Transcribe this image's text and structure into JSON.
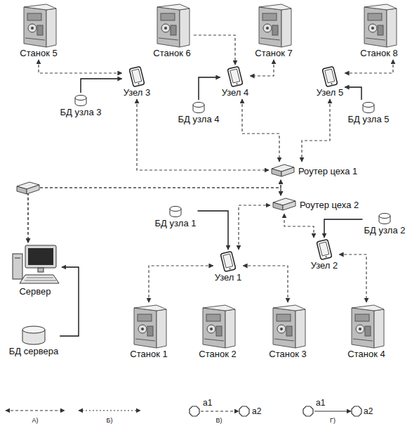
{
  "diagram": {
    "nodes": [
      {
        "text": [
          "Станок 5"
        ]
      },
      {
        "text": [
          "Станок 6"
        ]
      },
      {
        "text": [
          "Станок 7"
        ]
      },
      {
        "text": [
          "Станок 8"
        ]
      },
      {
        "text": [
          "Узел 3"
        ]
      },
      {
        "text": [
          "Узел 4"
        ]
      },
      {
        "text": [
          "Узел 5"
        ]
      },
      {
        "text": [
          "БД узла 3"
        ]
      },
      {
        "text": [
          "БД узла 4"
        ]
      },
      {
        "text": [
          "БД узла 5"
        ]
      },
      {
        "text": [
          "Роутер цеха 1"
        ]
      },
      {
        "text": [
          "Сервер"
        ]
      },
      {
        "text": [
          "Роутер цеха 2"
        ]
      },
      {
        "text": [
          "БД узла 1"
        ]
      },
      {
        "text": [
          "БД узла 2"
        ]
      },
      {
        "text": [
          "Узел 1"
        ]
      },
      {
        "text": [
          "Узел 2"
        ]
      },
      {
        "text": [
          "БД сервера"
        ]
      },
      {
        "text": [
          "Станок 1"
        ]
      },
      {
        "text": [
          "Станок 2"
        ]
      },
      {
        "text": [
          "Станок 3"
        ]
      },
      {
        "text": [
          "Станок 4"
        ]
      }
    ],
    "edges": [
      {
        "from": 0,
        "to": 4,
        "arrow": "both"
      },
      {
        "from": 7,
        "to": 4,
        "arrow": "to"
      },
      {
        "from": 1,
        "to": 5,
        "arrow": "to"
      },
      {
        "from": 2,
        "to": 5,
        "arrow": "both"
      },
      {
        "from": 8,
        "to": 5,
        "arrow": "to"
      },
      {
        "from": 3,
        "to": 6,
        "arrow": "both"
      },
      {
        "from": 9,
        "to": 6,
        "arrow": "to"
      },
      {
        "from": 4,
        "to": 10,
        "arrow": "both"
      },
      {
        "from": 5,
        "to": 10,
        "arrow": "both"
      },
      {
        "from": 6,
        "to": 10,
        "arrow": "both"
      },
      {
        "from": 10,
        "to": 11,
        "arrow": "both"
      },
      {
        "from": 12,
        "to": 11,
        "arrow": "both"
      },
      {
        "from": 10,
        "to": 12,
        "arrow": "both"
      },
      {
        "from": 17,
        "to": 11,
        "arrow": "to"
      },
      {
        "from": 13,
        "to": 15,
        "arrow": "to"
      },
      {
        "from": 15,
        "to": 12,
        "arrow": "both"
      },
      {
        "from": 15,
        "to": 18,
        "arrow": "both"
      },
      {
        "from": 15,
        "to": 20,
        "arrow": "both"
      },
      {
        "from": 14,
        "to": 16,
        "arrow": "to"
      },
      {
        "from": 16,
        "to": 12,
        "arrow": "both"
      },
      {
        "from": 16,
        "to": 21,
        "arrow": "both"
      }
    ],
    "labels": [
      "a1",
      "a2",
      "a1",
      "a2"
    ],
    "legend": [
      {
        "text": "А)"
      },
      {
        "text": "Б)"
      },
      {
        "text": "В)"
      },
      {
        "text": "Г)"
      }
    ]
  }
}
